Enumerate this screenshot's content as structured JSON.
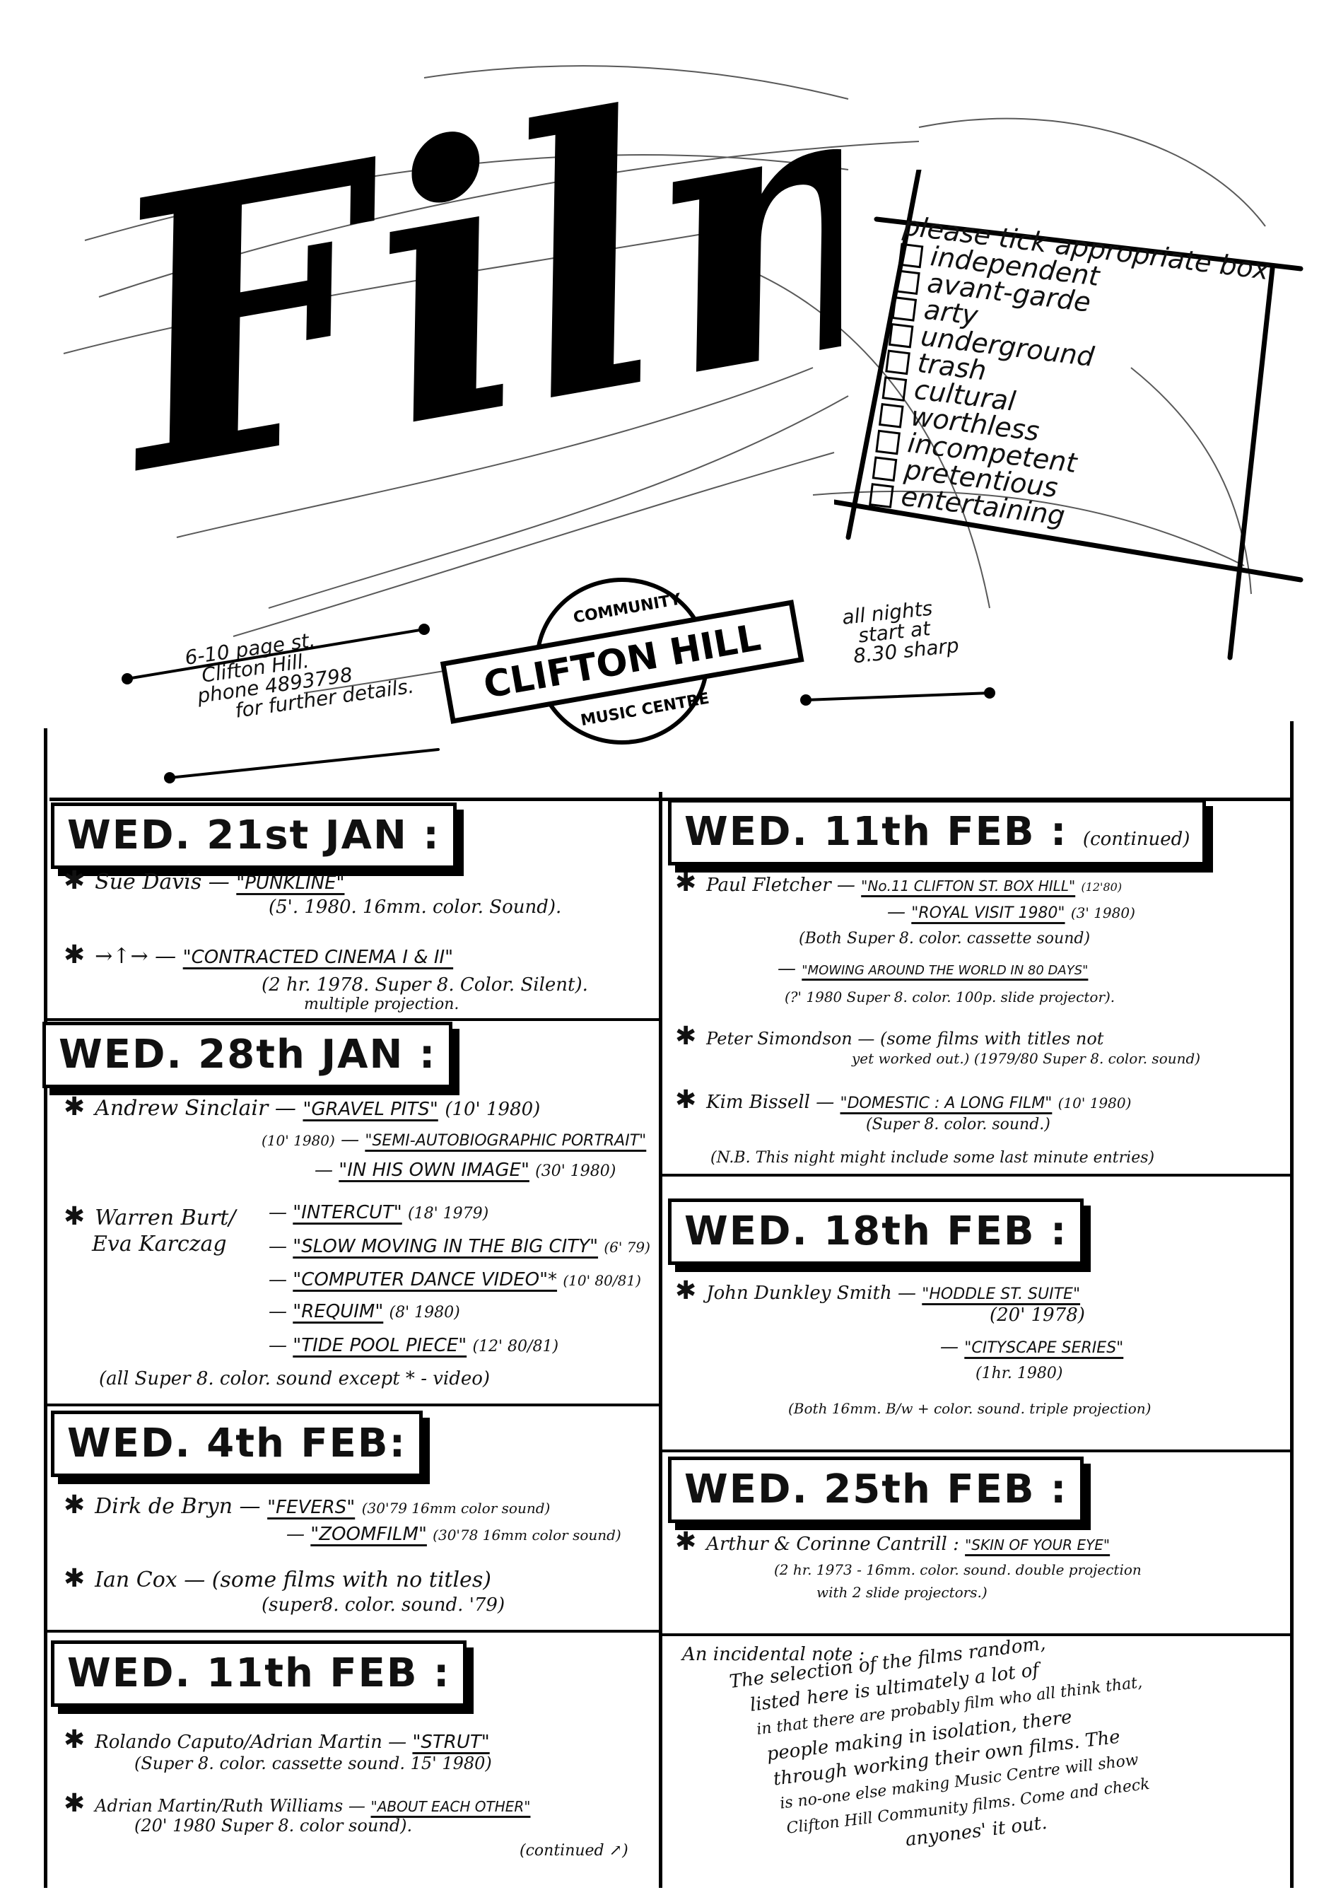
{
  "header": {
    "title": "Film",
    "checklist": {
      "heading": "please tick appropriate box",
      "options": [
        "independent",
        "avant-garde",
        "arty",
        "underground",
        "trash",
        "cultural",
        "worthless",
        "incompetent",
        "pretentious",
        "entertaining"
      ]
    },
    "address": [
      "6-10 page st.",
      "Clifton Hill.",
      "phone 4893798",
      "for further details."
    ],
    "logo": {
      "top": "COMMUNITY",
      "middle": "CLIFTON HILL",
      "bottom": "MUSIC CENTRE"
    },
    "start_time": [
      "all nights",
      "start at",
      "8.30 sharp"
    ]
  },
  "sections": {
    "jan21": {
      "heading": "WED. 21st JAN :",
      "e1_name": "Sue Davis —",
      "e1_title": "\"PUNKLINE\"",
      "e1_info": "(5'. 1980. 16mm. color. Sound).",
      "e2_name": "→↑→ —",
      "e2_title": "\"CONTRACTED CINEMA I & II\"",
      "e2_info": "(2 hr. 1978. Super 8. Color. Silent).",
      "e2_note": "multiple projection."
    },
    "jan28": {
      "heading": "WED. 28th JAN :",
      "e1_name": "Andrew Sinclair —",
      "e1_title": "\"GRAVEL PITS\"",
      "e1_info": "(10' 1980)",
      "e1b_pre": "(10' 1980)",
      "e1b_title": "\"SEMI-AUTOBIOGRAPHIC PORTRAIT\"",
      "e1c_title": "\"IN HIS OWN IMAGE\"",
      "e1c_info": "(30' 1980)",
      "e2_name": "Warren Burt/",
      "e2_name2": "Eva Karczag",
      "e2_t1": "\"INTERCUT\"",
      "e2_i1": "(18' 1979)",
      "e2_t2": "\"SLOW MOVING IN THE BIG CITY\"",
      "e2_i2": "(6' 79)",
      "e2_t3": "\"COMPUTER DANCE VIDEO\"*",
      "e2_i3": "(10' 80/81)",
      "e2_t4": "\"REQUIM\"",
      "e2_i4": "(8' 1980)",
      "e2_t5": "\"TIDE POOL PIECE\"",
      "e2_i5": "(12' 80/81)",
      "note": "(all Super 8. color. sound except * - video)"
    },
    "feb4": {
      "heading": "WED. 4th FEB:",
      "e1_name": "Dirk de Bryn —",
      "e1_t1": "\"FEVERS\"",
      "e1_i1": "(30'79 16mm color sound)",
      "e1_t2": "\"ZOOMFILM\"",
      "e1_i2": "(30'78 16mm color sound)",
      "e2_name": "Ian Cox — (some films with no titles)",
      "e2_info": "(super8. color. sound. '79)"
    },
    "feb11": {
      "heading": "WED. 11th FEB :",
      "e1_name": "Rolando Caputo/Adrian Martin —",
      "e1_title": "\"STRUT\"",
      "e1_info": "(Super 8. color. cassette sound. 15' 1980)",
      "e2_name": "Adrian Martin/Ruth Williams —",
      "e2_title": "\"ABOUT EACH OTHER\"",
      "e2_info": "(20' 1980 Super 8. color sound).",
      "continued": "(continued ↗)"
    },
    "feb11c": {
      "heading": "WED. 11th FEB :",
      "heading_note": "(continued)",
      "e1_name": "Paul Fletcher —",
      "e1_t1": "\"No.11 CLIFTON ST. BOX HILL\"",
      "e1_i1": "(12'80)",
      "e1_t2": "\"ROYAL VISIT 1980\"",
      "e1_i2": "(3' 1980)",
      "e1_info": "(Both Super 8. color. cassette sound)",
      "e1_t3": "\"MOWING AROUND THE WORLD IN 80 DAYS\"",
      "e1_i3": "(?' 1980 Super 8. color. 100p. slide projector).",
      "e2_name": "Peter Simondson — (some films with titles not",
      "e2_name2": "yet worked out.) (1979/80 Super 8. color. sound)",
      "e3_name": "Kim Bissell —",
      "e3_title": "\"DOMESTIC : A LONG FILM\"",
      "e3_info": "(10' 1980)",
      "e3_info2": "(Super 8. color. sound.)",
      "note": "(N.B. This night might include some last minute entries)"
    },
    "feb18": {
      "heading": "WED. 18th FEB :",
      "e1_name": "John Dunkley Smith —",
      "e1_t1": "\"HODDLE ST. SUITE\"",
      "e1_i1": "(20' 1978)",
      "e1_t2": "\"CITYSCAPE SERIES\"",
      "e1_i2": "(1hr. 1980)",
      "note": "(Both 16mm. B/w + color. sound. triple projection)"
    },
    "feb25": {
      "heading": "WED. 25th FEB :",
      "e1_name": "Arthur & Corinne Cantrill :",
      "e1_title": "\"SKIN OF YOUR EYE\"",
      "e1_info": "(2 hr. 1973 - 16mm. color. sound. double projection",
      "e1_info2": "with 2 slide projectors.)"
    },
    "note": {
      "heading": "An incidental note :",
      "lines": [
        "The selection of the films random,",
        "listed here is ultimately a lot of",
        "in that there are probably film who all think that,",
        "people making in isolation, there",
        "through working their own films. The",
        "is no-one else making Music Centre will show",
        "Clifton Hill Community films. Come and check",
        "anyones' it out."
      ]
    }
  }
}
